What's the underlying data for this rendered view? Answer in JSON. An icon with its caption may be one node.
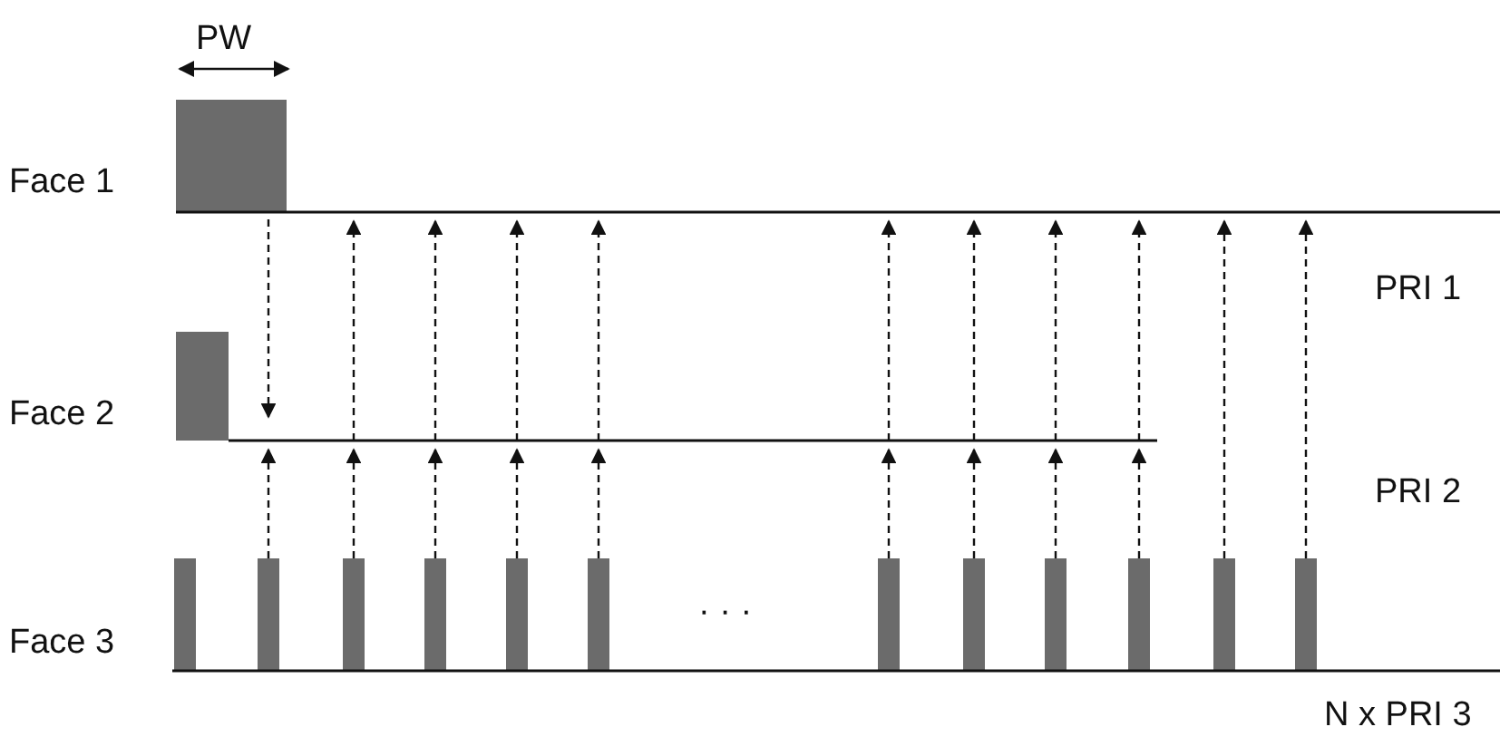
{
  "diagram": {
    "labels": [
      "PW",
      "Face 1",
      "PRI 1",
      "Face 2",
      "PRI 2",
      "Face 3",
      "· · ·",
      "N x PRI 3"
    ]
  }
}
